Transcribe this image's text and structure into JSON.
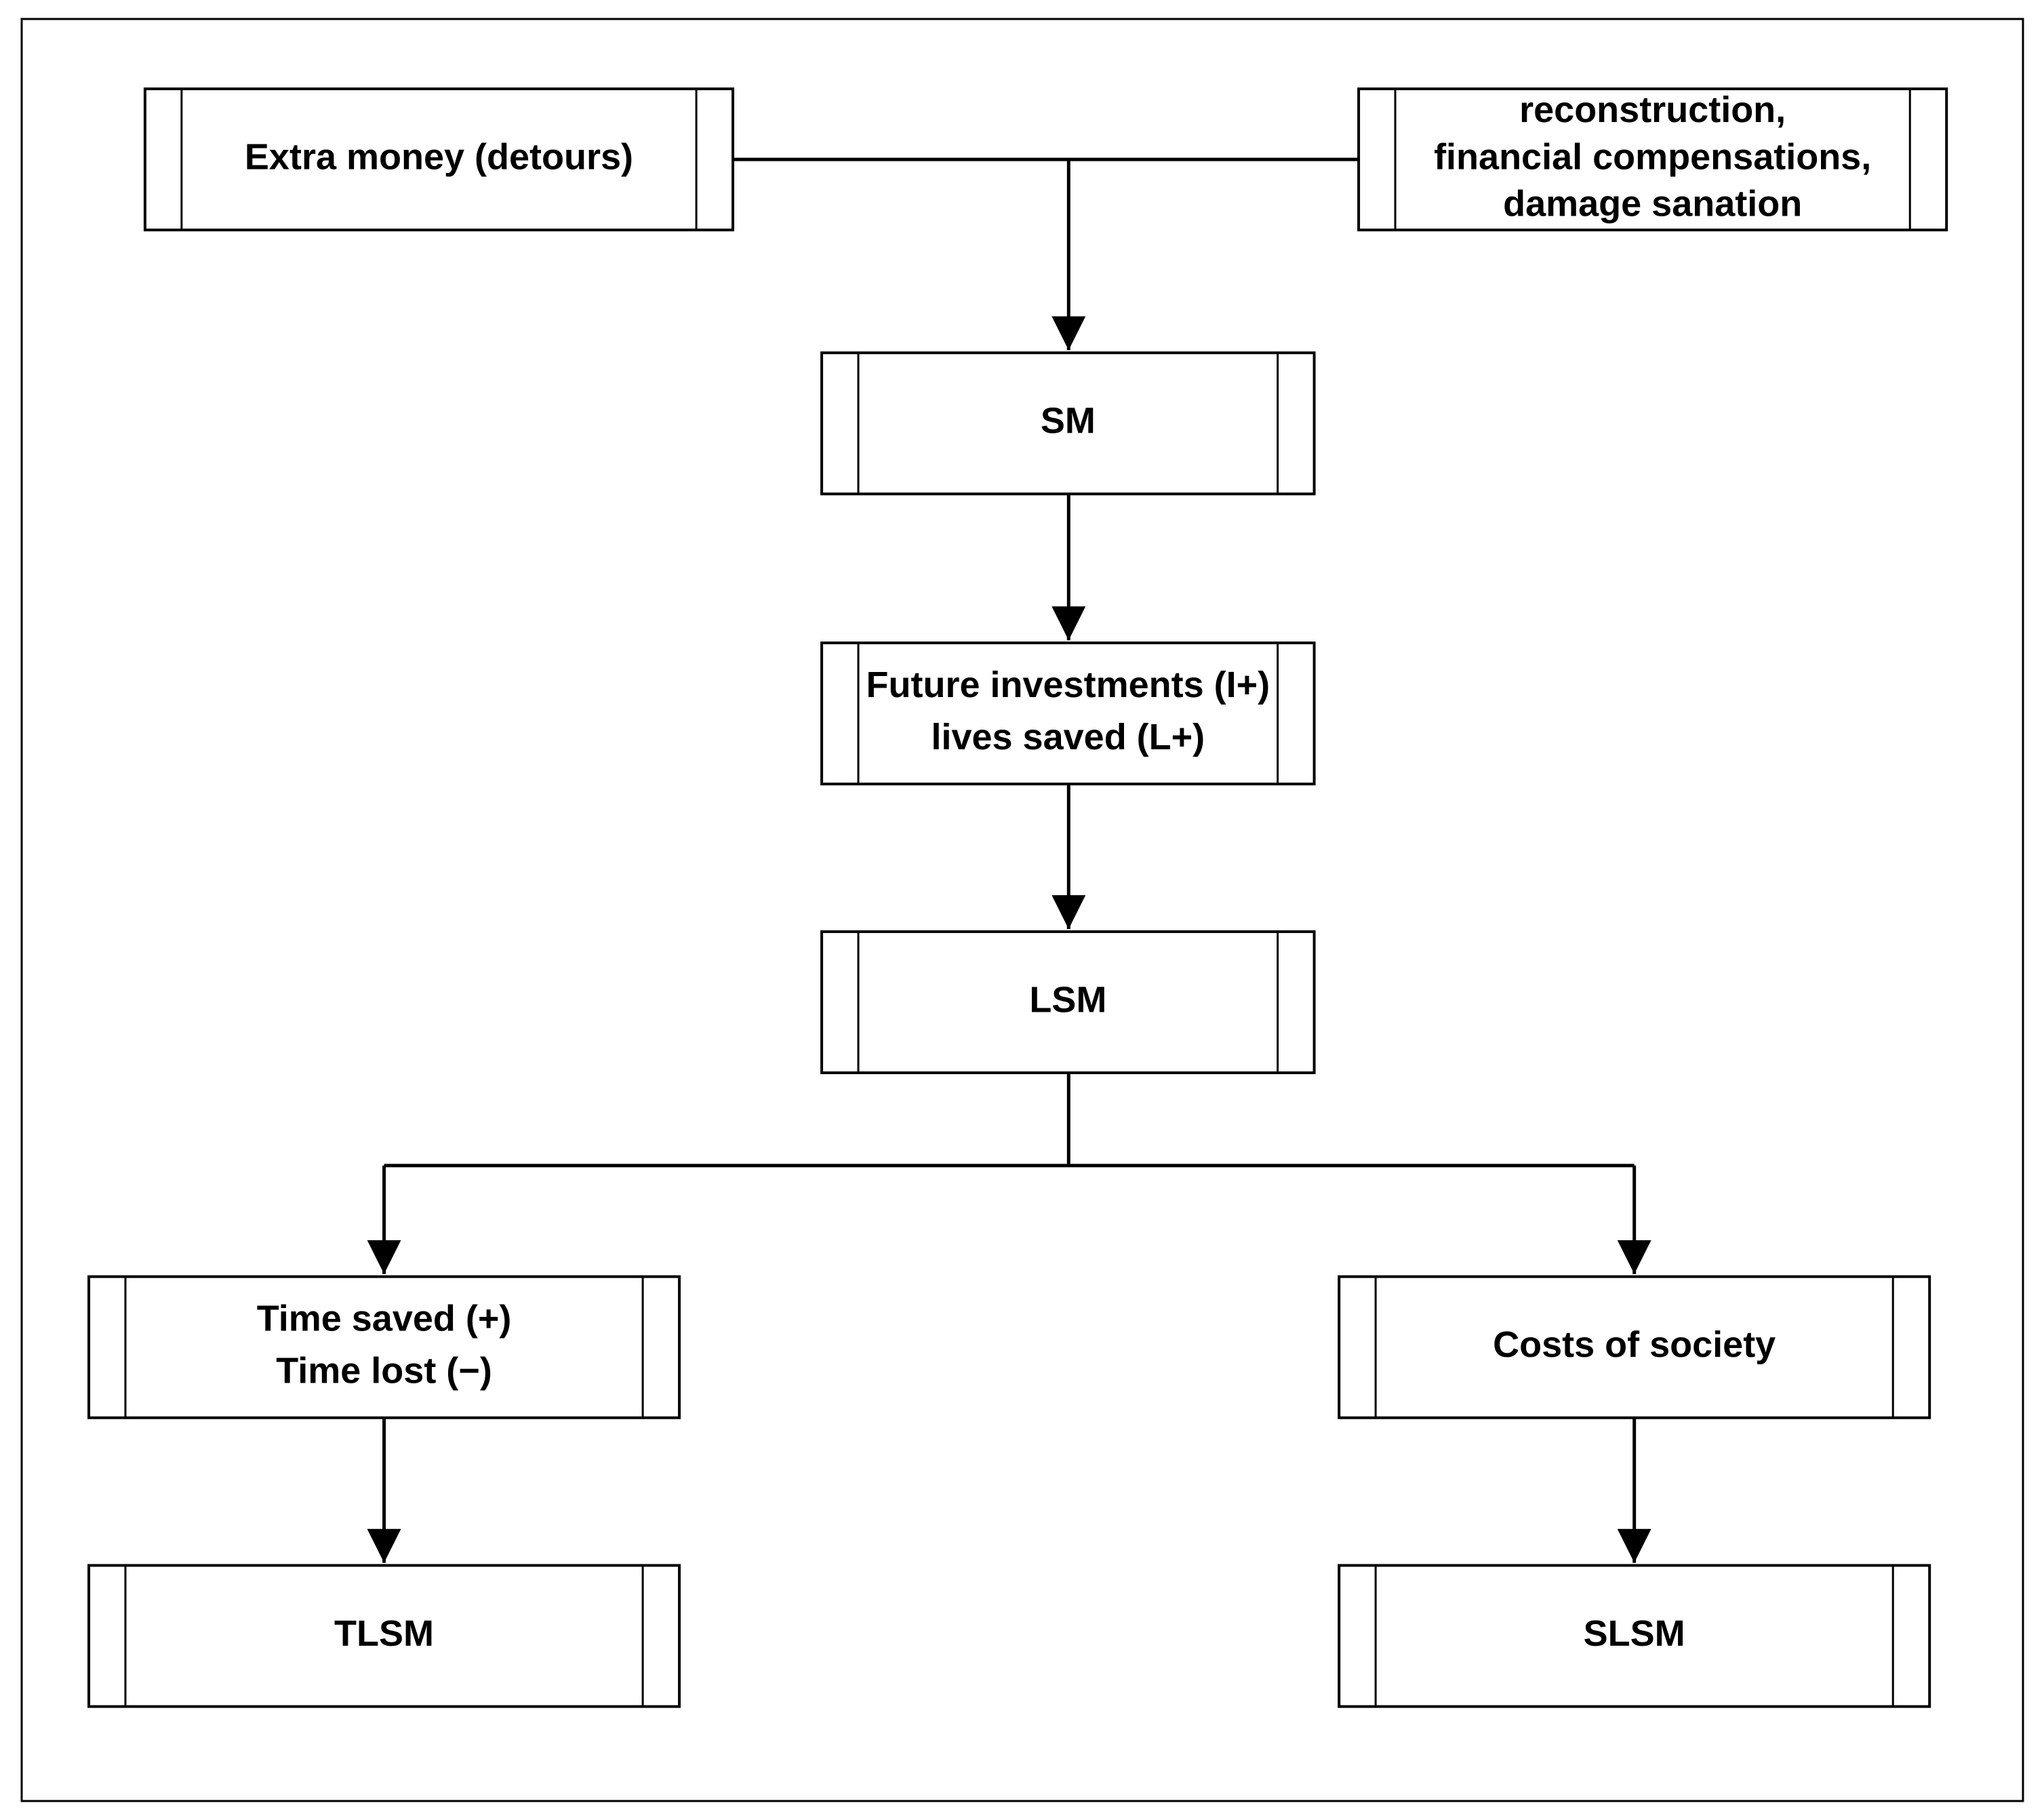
{
  "diagram": {
    "nodes": [
      {
        "id": "extra-money",
        "lines": [
          "Extra money (detours)"
        ]
      },
      {
        "id": "reconstruction",
        "lines": [
          "reconstruction,",
          "financial compensations,",
          "damage sanation"
        ]
      },
      {
        "id": "sm",
        "lines": [
          "SM"
        ]
      },
      {
        "id": "future-investments",
        "lines": [
          "Future investments (I+)",
          "lives saved (L+)"
        ]
      },
      {
        "id": "lsm",
        "lines": [
          "LSM"
        ]
      },
      {
        "id": "time-saved",
        "lines": [
          "Time saved (+)",
          "Time lost (−)"
        ]
      },
      {
        "id": "costs-society",
        "lines": [
          "Costs of society"
        ]
      },
      {
        "id": "tlsm",
        "lines": [
          "TLSM"
        ]
      },
      {
        "id": "slsm",
        "lines": [
          "SLSM"
        ]
      }
    ],
    "edges": [
      {
        "from": "extra-money",
        "to": "sm"
      },
      {
        "from": "reconstruction",
        "to": "sm"
      },
      {
        "from": "sm",
        "to": "future-investments"
      },
      {
        "from": "future-investments",
        "to": "lsm"
      },
      {
        "from": "lsm",
        "to": "time-saved"
      },
      {
        "from": "lsm",
        "to": "costs-society"
      },
      {
        "from": "time-saved",
        "to": "tlsm"
      },
      {
        "from": "costs-society",
        "to": "slsm"
      }
    ]
  }
}
